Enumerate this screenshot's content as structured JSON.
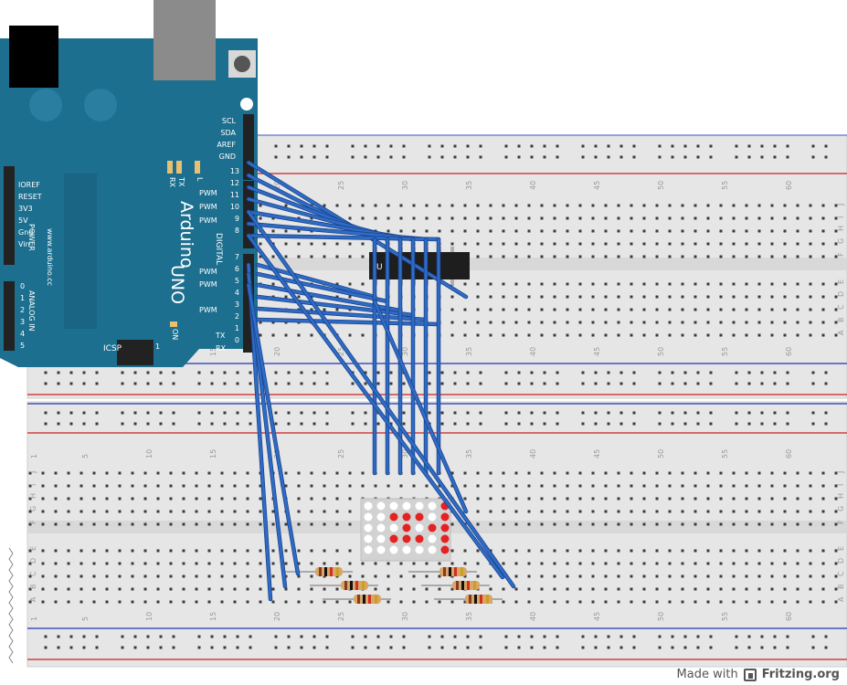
{
  "arduino": {
    "name": "Arduino",
    "model": "UNO",
    "website": "www.arduino.cc",
    "top_header": [
      "SCL",
      "SDA",
      "AREF",
      "GND"
    ],
    "left_power": [
      "IOREF",
      "RESET",
      "3V3",
      "5V",
      "Gnd",
      "Vin"
    ],
    "power_label": "POWER",
    "analog_label": "ANALOG IN",
    "analog_pins": [
      "0",
      "1",
      "2",
      "3",
      "4",
      "5"
    ],
    "digital_label": "DIGITAL",
    "pwm_label": "PWM",
    "tx_label": "TX",
    "rx_label": "RX",
    "led_labels": [
      "L",
      "TX",
      "RX"
    ],
    "on_label": "ON",
    "icsp_label": "ICSP",
    "icsp_num": "1",
    "digital_pins": [
      "13",
      "12",
      "11",
      "10",
      "9",
      "8",
      "7",
      "6",
      "5",
      "4",
      "3",
      "2",
      "1",
      "0"
    ]
  },
  "breadboard": {
    "column_numbers": [
      "1",
      "5",
      "10",
      "15",
      "20",
      "25",
      "30",
      "35",
      "40",
      "45",
      "50",
      "55",
      "60"
    ],
    "row_letters_top": [
      "J",
      "I",
      "H",
      "G",
      "F",
      "E",
      "D",
      "C",
      "B",
      "A"
    ],
    "row_letters_bottom": [
      "J",
      "I",
      "H",
      "G",
      "F",
      "E",
      "D",
      "C",
      "B",
      "A"
    ]
  },
  "chip": {
    "label": "U"
  },
  "footer": {
    "made_with": "Made with",
    "brand": "Fritzing.org"
  },
  "colors": {
    "arduino_blue": "#1c6f8f",
    "wire_blue": "#2f6bc4",
    "breadboard": "#e6e6e6",
    "rail_red": "#d04040",
    "rail_blue": "#4050c0",
    "led_red": "#e52222"
  }
}
